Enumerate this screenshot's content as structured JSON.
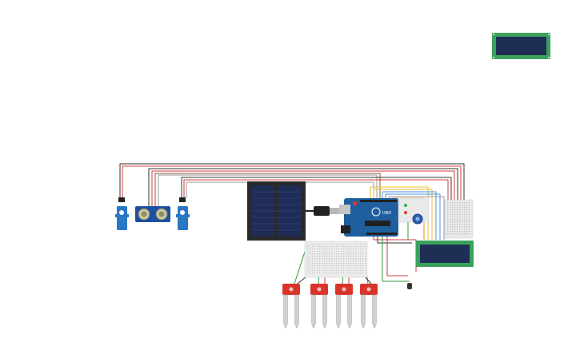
{
  "canvas": {
    "background": "#ffffff"
  },
  "components": {
    "arduino": {
      "icon": "arduino-uno-board-icon",
      "color": "#1f5f9e",
      "logo": "UNO"
    },
    "solar_panel": {
      "icon": "solar-panel-icon",
      "cells": 2
    },
    "usb_cable": {
      "icon": "usb-cable-icon"
    },
    "ultrasonic_sensor": {
      "icon": "ultrasonic-sensor-icon",
      "color": "#1f4fa5"
    },
    "servo_left": {
      "icon": "servo-motor-icon",
      "color": "#2a77c4"
    },
    "servo_right": {
      "icon": "servo-motor-icon",
      "color": "#2a77c4"
    },
    "lcd_main": {
      "icon": "lcd-16x2-icon",
      "board_color": "#3aa15c",
      "screen_color": "#1f2e54"
    },
    "lcd_extra": {
      "icon": "lcd-16x2-icon",
      "board_color": "#3aa15c",
      "screen_color": "#1f2e54"
    },
    "breadboard_small": {
      "icon": "breadboard-icon"
    },
    "breadboard_mini": {
      "icon": "breadboard-icon"
    },
    "potentiometer": {
      "icon": "potentiometer-icon"
    },
    "leds": [
      {
        "color": "#2cb34a"
      },
      {
        "color": "#d23a3a"
      }
    ],
    "soil_sensors": {
      "icon": "soil-moisture-sensor-icon",
      "count": 4,
      "color": "#d9342b"
    },
    "temperature_sensor": {
      "icon": "temperature-sensor-icon"
    }
  },
  "wire_colors": {
    "red": "#d43b3b",
    "black": "#333333",
    "brown": "#8a5a2b",
    "green": "#2f9b3e",
    "yellow": "#e8c22a",
    "blue": "#4a8fe0",
    "grey": "#9a9a9a",
    "orange": "#e08a2a"
  }
}
